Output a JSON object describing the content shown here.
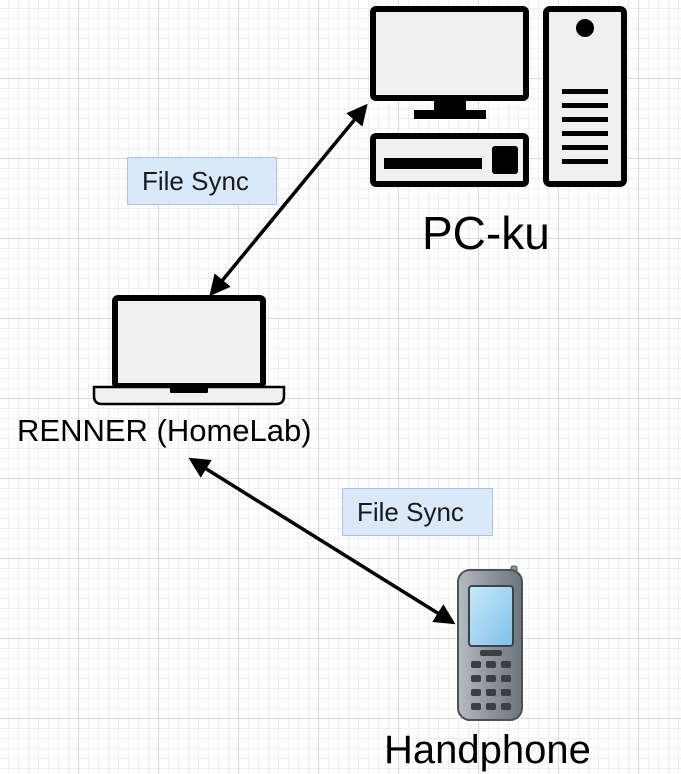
{
  "nodes": {
    "pc": {
      "label": "PC-ku",
      "icon": "desktop-pc-icon"
    },
    "laptop": {
      "label": "RENNER (HomeLab)",
      "icon": "laptop-icon"
    },
    "phone": {
      "label": "Handphone",
      "icon": "mobile-phone-icon"
    }
  },
  "edges": [
    {
      "from": "laptop",
      "to": "pc",
      "label": "File Sync",
      "direction": "bidirectional"
    },
    {
      "from": "laptop",
      "to": "phone",
      "label": "File Sync",
      "direction": "bidirectional"
    }
  ],
  "colors": {
    "label_fill": "#dae8fc",
    "label_border": "#a9c4eb",
    "icon_stroke": "#000000",
    "icon_screen": "#f0f0f0",
    "phone_body": "#8e949c",
    "phone_screen": "#9fd3f2"
  }
}
